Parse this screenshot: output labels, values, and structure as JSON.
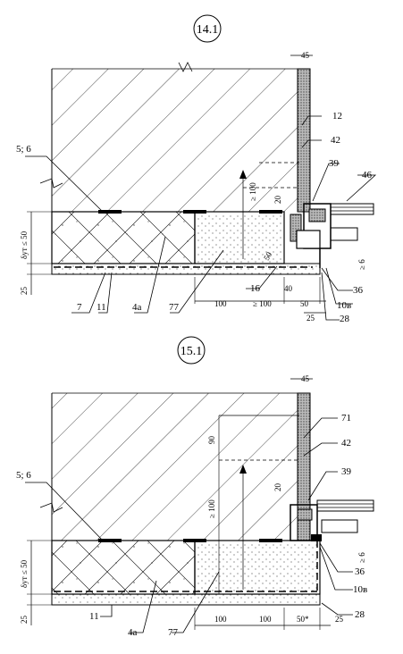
{
  "detail_141": {
    "title": "14.1",
    "labels": {
      "l56": "5; 6",
      "l12": "12",
      "l42": "42",
      "l39": "39",
      "l46": "46",
      "l4a": "4а",
      "l77": "77",
      "l7": "7",
      "l11": "11",
      "l16": "16",
      "l36": "36",
      "l10v": "10в",
      "l28": "28"
    },
    "dims": {
      "d45": "45",
      "d100v": "≥ 100",
      "d20": "20",
      "d50s": "50",
      "d40": "40",
      "d50": "50",
      "d100": "100",
      "d100b": "≥ 100",
      "d25": "25",
      "d25b": "25",
      "dth": "δут ≤ 50",
      "d6": "≥ 6"
    }
  },
  "detail_151": {
    "title": "15.1",
    "labels": {
      "l56": "5; 6",
      "l71": "71",
      "l42": "42",
      "l39": "39",
      "l11": "11",
      "l4a": "4а",
      "l77": "77",
      "l36": "36",
      "l10v": "10в",
      "l28": "28"
    },
    "dims": {
      "d45": "45",
      "d90": "90",
      "d20": "20",
      "d100v": "≥ 100",
      "d100a": "100",
      "d100b": "100",
      "d50s": "50*",
      "d25": "25",
      "d25b": "25",
      "dth": "δут ≤ 50",
      "d6": "≥ 6"
    }
  }
}
